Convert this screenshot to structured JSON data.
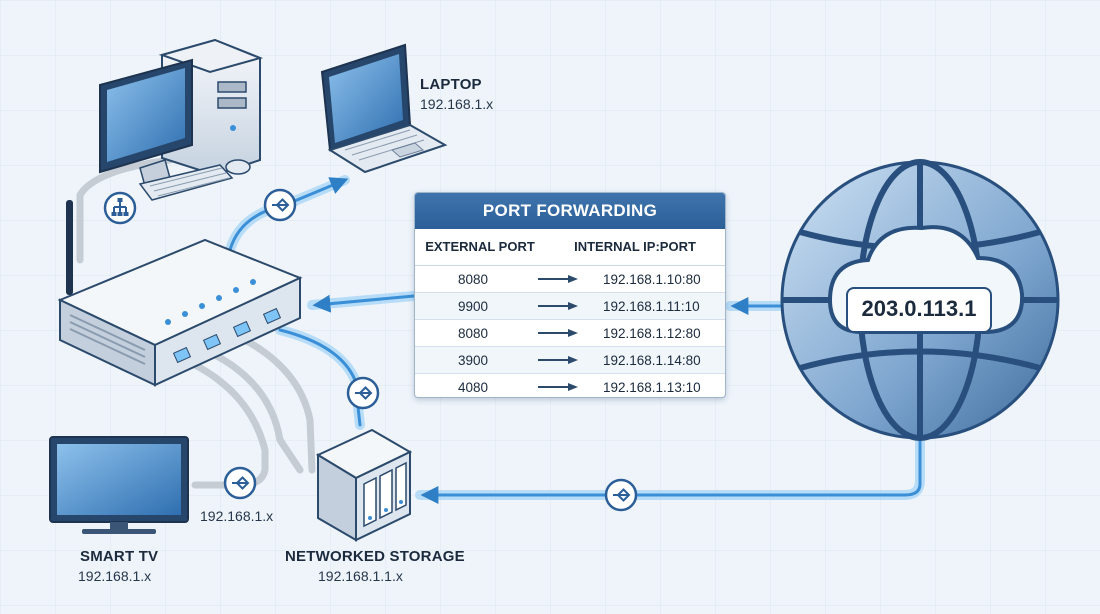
{
  "devices": {
    "laptop": {
      "title": "LAPTOP",
      "ip": "192.168.1.x"
    },
    "smart_tv": {
      "title": "SMART TV",
      "ip": "192.168.1.x",
      "side_ip": "192.168.1.x"
    },
    "storage": {
      "title": "NETWORKED STORAGE",
      "ip": "192.168.1.1.x"
    }
  },
  "public_ip": "203.0.113.1",
  "port_forwarding": {
    "title": "PORT FORWARDING",
    "columns": [
      "EXTERNAL PORT",
      "INTERNAL IP:PORT"
    ],
    "rows": [
      {
        "external": "8080",
        "internal": "192.168.1.10:80"
      },
      {
        "external": "9900",
        "internal": "192.168.1.11:10"
      },
      {
        "external": "8080",
        "internal": "192.168.1.12:80"
      },
      {
        "external": "3900",
        "internal": "192.168.1.14:80"
      },
      {
        "external": "4080",
        "internal": "192.168.1.13:10"
      }
    ]
  },
  "colors": {
    "accent": "#2c5f98",
    "link_glow": "#7fc3f5",
    "link_core": "#3b8fd6",
    "background": "#eef4fa"
  }
}
